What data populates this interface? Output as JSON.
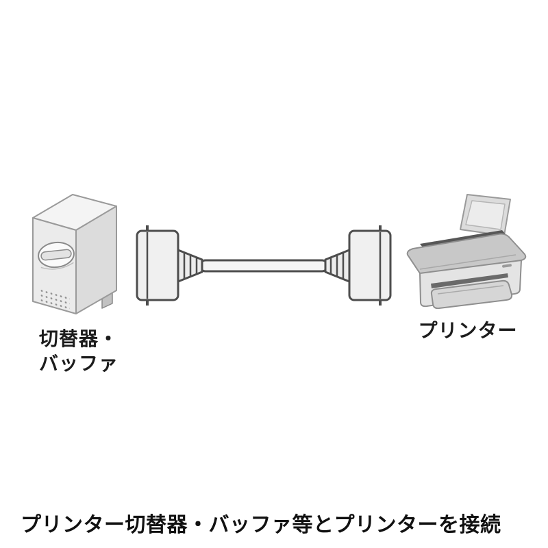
{
  "page": {
    "background": "#ffffff"
  },
  "diagram": {
    "left_device_label_line1": "切替器・",
    "left_device_label_line2": "バッファ",
    "right_device_label": "プリンター",
    "caption": "プリンター切替器・バッファ等とプリンターを接続",
    "illustrations": {
      "left": "switch-buffer-box",
      "center": "parallel-printer-cable",
      "right": "inkjet-printer"
    },
    "colors": {
      "outline_dark": "#4d4d4d",
      "outline_light": "#9a9a9a",
      "fill_light": "#ededed",
      "fill_mid": "#d9d9d9",
      "fill_dark": "#575757",
      "text": "#1c1c1c"
    }
  }
}
